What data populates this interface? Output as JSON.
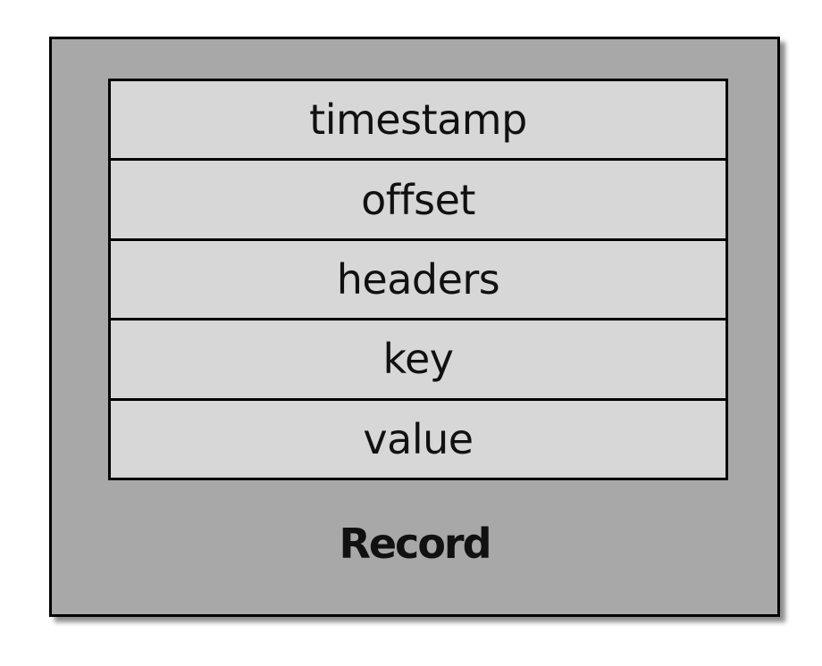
{
  "diagram": {
    "container_label": "Record",
    "fields": [
      {
        "label": "timestamp"
      },
      {
        "label": "offset"
      },
      {
        "label": "headers"
      },
      {
        "label": "key"
      },
      {
        "label": "value"
      }
    ]
  },
  "colors": {
    "container_fill": "#a8a8a8",
    "field_fill": "#d7d7d7",
    "border": "#000000"
  }
}
